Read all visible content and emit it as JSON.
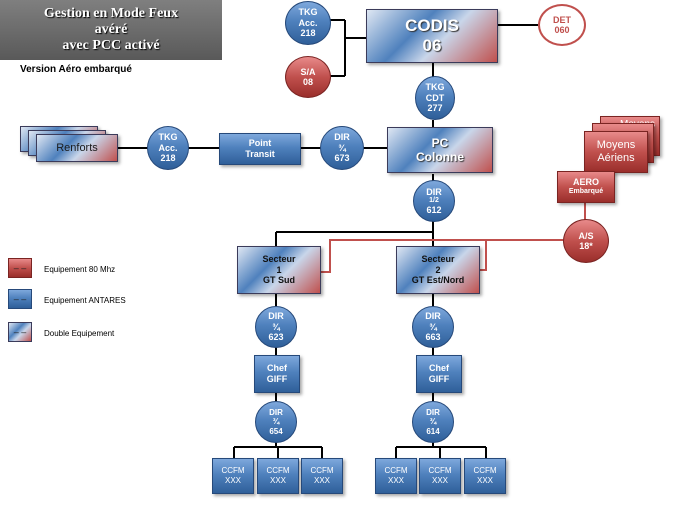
{
  "title": {
    "line1": "Gestion en Mode Feux",
    "line2": "avéré",
    "line3": "avec PCC activé"
  },
  "subtitle": "Version Aéro embarqué",
  "nodes": {
    "codis": {
      "l1": "CODIS",
      "l2": "06"
    },
    "tkg_acc_top": {
      "l1": "TKG",
      "l2": "Acc.",
      "l3": "218"
    },
    "det": {
      "l1": "DET",
      "l2": "060"
    },
    "sa": {
      "l1": "S/A",
      "l2": "08"
    },
    "tkg_cdt": {
      "l1": "TKG",
      "l2": "CDT",
      "l3": "277"
    },
    "renforts": "Renforts",
    "tkg_acc_mid": {
      "l1": "TKG",
      "l2": "Acc.",
      "l3": "218"
    },
    "point_transit": {
      "l1": "Point",
      "l2": "Transit"
    },
    "dir_673": {
      "l1": "DIR",
      "l2": "¾",
      "l3": "673"
    },
    "pc_colonne": {
      "l1": "PC",
      "l2": "Colonne"
    },
    "moyens_aeriens": {
      "l1": "Moyens",
      "l2": "Aériens"
    },
    "moyens_back": "Moyens",
    "aero": {
      "l1": "AERO",
      "l2": "Embarqué"
    },
    "dir_612": {
      "l1": "DIR",
      "l2": "1/2",
      "l3": "612"
    },
    "as": {
      "l1": "A/S",
      "l2": "18*"
    },
    "secteur1": {
      "l1": "Secteur",
      "l2": "1",
      "l3": "GT Sud"
    },
    "secteur2": {
      "l1": "Secteur",
      "l2": "2",
      "l3": "GT Est/Nord"
    },
    "dir_623": {
      "l1": "DIR",
      "l2": "¾",
      "l3": "623"
    },
    "dir_663": {
      "l1": "DIR",
      "l2": "¾",
      "l3": "663"
    },
    "chef_giff_1": {
      "l1": "Chef",
      "l2": "GIFF"
    },
    "chef_giff_2": {
      "l1": "Chef",
      "l2": "GIFF"
    },
    "dir_654": {
      "l1": "DIR",
      "l2": "¾",
      "l3": "654"
    },
    "dir_614": {
      "l1": "DIR",
      "l2": "¾",
      "l3": "614"
    },
    "ccfm_label": {
      "l1": "CCFM",
      "l2": "XXX"
    }
  },
  "legend": [
    {
      "symbol": "– –",
      "label": "Equipement 80 Mhz",
      "color": "#c0504d"
    },
    {
      "symbol": "– –",
      "label": "Equipement ANTARES",
      "color": "#4f81bd"
    },
    {
      "symbol": "– –",
      "label": "Double Equipement",
      "color": "dual"
    }
  ],
  "colors": {
    "blue": "#4f81bd",
    "red": "#c0504d",
    "line": "#000000"
  }
}
